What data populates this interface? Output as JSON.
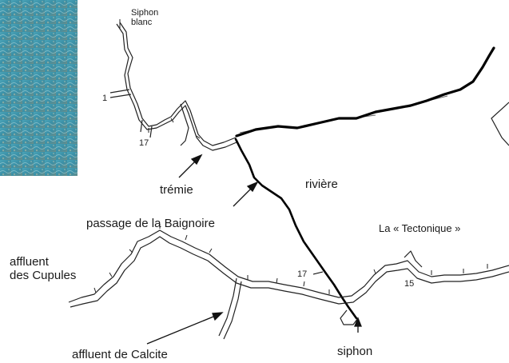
{
  "labels": {
    "siphon_blanc_line1": "Siphon",
    "siphon_blanc_line2": "blanc",
    "tremie": "trémie",
    "riviere": "rivière",
    "passage": "passage de la Baignoire",
    "tectonique": "La « Tectonique »",
    "cupules_line1": "affluent",
    "cupules_line2": "des Cupules",
    "calcite": "affluent de Calcite",
    "siphon": "siphon"
  },
  "station_marks": {
    "upper_1": "1",
    "upper_17": "17",
    "river_17": "17",
    "right_15": "15"
  },
  "colors": {
    "background": "#ffffff",
    "passage_ink": "#222222",
    "river_ink": "#000000",
    "photo_water": "#3a8fa6"
  }
}
